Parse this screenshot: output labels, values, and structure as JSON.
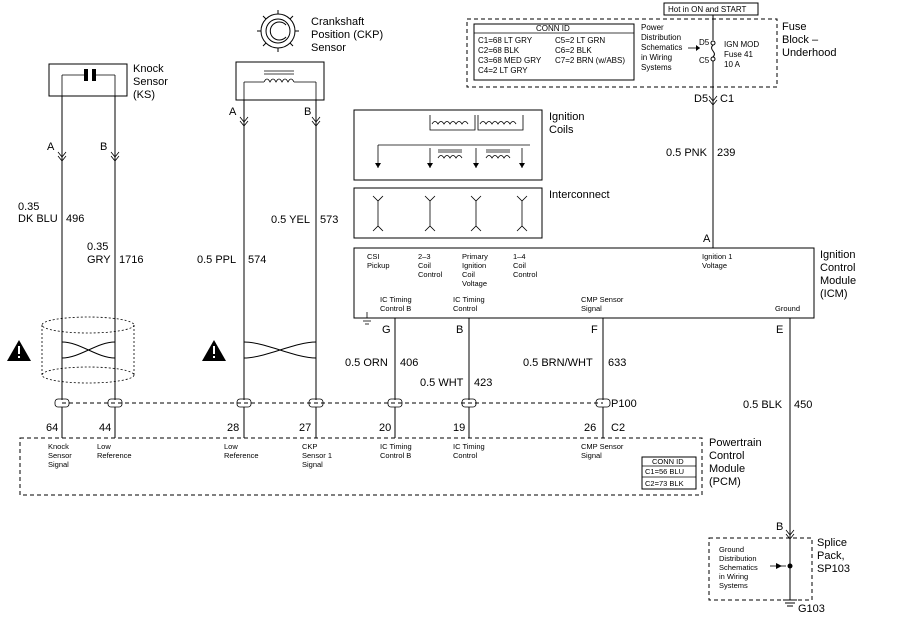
{
  "knock_sensor": {
    "label1": "Knock",
    "label2": "Sensor",
    "label3": "(KS)",
    "pin_a": "A",
    "pin_b": "B"
  },
  "ckp_sensor": {
    "label1": "Crankshaft",
    "label2": "Position (CKP)",
    "label3": "Sensor",
    "pin_a": "A",
    "pin_b": "B"
  },
  "hot_banner": "Hot in ON and START",
  "fuse_block": {
    "label1": "Fuse",
    "label2": "Block –",
    "label3": "Underhood",
    "d5": "D5",
    "c5": "C5",
    "ign": "IGN MOD",
    "fuse": "Fuse 41",
    "amps": "10 A",
    "d5_out": "D5",
    "c1_out": "C1"
  },
  "conn_id_top": {
    "title": "CONN ID",
    "rows": [
      "C1=68 LT GRY",
      "C2=68 BLK",
      "C3=68 MED GRY",
      "C4=2 LT GRY"
    ],
    "rows2": [
      "C5=2 LT GRN",
      "C6=2 BLK",
      "C7=2 BRN (w/ABS)"
    ]
  },
  "power_dist": [
    "Power",
    "Distribution",
    "Schematics",
    "in Wiring",
    "Systems"
  ],
  "wires": {
    "ks_a_size": "0.35",
    "ks_a_color": "DK BLU",
    "ks_a_circuit": "496",
    "ks_b_size": "0.35",
    "ks_b_color": "GRY",
    "ks_b_circuit": "1716",
    "ckp_a": "0.5 PPL",
    "ckp_a_circuit": "574",
    "ckp_b": "0.5 YEL",
    "ckp_b_circuit": "573",
    "pnk": "0.5 PNK",
    "pnk_circuit": "239",
    "orn": "0.5 ORN",
    "orn_circuit": "406",
    "wht": "0.5 WHT",
    "wht_circuit": "423",
    "brn": "0.5 BRN/WHT",
    "brn_circuit": "633",
    "blk": "0.5 BLK",
    "blk_circuit": "450"
  },
  "ignition_coils": "Ignition\nCoils",
  "ignition_coils_l1": "Ignition",
  "ignition_coils_l2": "Coils",
  "interconnect": "Interconnect",
  "icm": {
    "label1": "Ignition",
    "label2": "Control",
    "label3": "Module",
    "label4": "(ICM)",
    "pin_a": "A",
    "csi1": "CSI",
    "csi2": "Pickup",
    "c23_1": "2–3",
    "c23_2": "Coil",
    "c23_3": "Control",
    "pic1": "Primary",
    "pic2": "Ignition",
    "pic3": "Coil",
    "pic4": "Voltage",
    "c14_1": "1–4",
    "c14_2": "Coil",
    "c14_3": "Control",
    "iv1": "Ignition 1",
    "iv2": "Voltage",
    "ictb1": "IC Timing",
    "ictb2": "Control B",
    "ict1": "IC Timing",
    "ict2": "Control",
    "cmp1": "CMP Sensor",
    "cmp2": "Signal",
    "ground": "Ground",
    "pin_g": "G",
    "pin_b": "B",
    "pin_f": "F",
    "pin_e": "E"
  },
  "p100": "P100",
  "c2": "C2",
  "pcm": {
    "label1": "Powertrain",
    "label2": "Control",
    "label3": "Module",
    "label4": "(PCM)",
    "pins": [
      "64",
      "44",
      "28",
      "27",
      "20",
      "19",
      "26"
    ],
    "ks1": "Knock",
    "ks2": "Sensor",
    "ks3": "Signal",
    "lr1": "Low",
    "lr2": "Reference",
    "lr3": "Low",
    "lr4": "Reference",
    "ckp1": "CKP",
    "ckp2": "Sensor 1",
    "ckp3": "Signal",
    "ictb1": "IC Timing",
    "ictb2": "Control B",
    "ict1": "IC Timing",
    "ict2": "Control",
    "cmp1": "CMP Sensor",
    "cmp2": "Signal",
    "conn_title": "CONN ID",
    "conn1": "C1=56 BLU",
    "conn2": "C2=73 BLK"
  },
  "splice": {
    "pin_b": "B",
    "label1": "Splice",
    "label2": "Pack,",
    "label3": "SP103",
    "gd1": "Ground",
    "gd2": "Distribution",
    "gd3": "Schematics",
    "gd4": "in Wiring",
    "gd5": "Systems",
    "g103": "G103"
  }
}
